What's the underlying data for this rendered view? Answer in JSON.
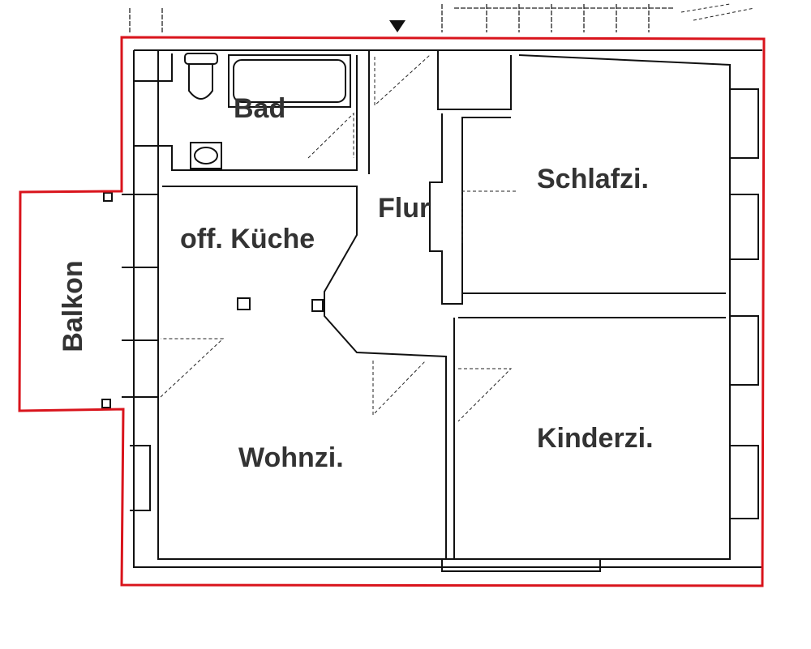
{
  "plan": {
    "rooms": {
      "bad": "Bad",
      "flur": "Flur",
      "schlafzimmer": "Schlafzi.",
      "kueche": "off. Küche",
      "balkon": "Balkon",
      "wohnzimmer": "Wohnzi.",
      "kinderzimmer": "Kinderzi."
    },
    "outline_color": "#d9141c",
    "label_color": "#333333"
  }
}
